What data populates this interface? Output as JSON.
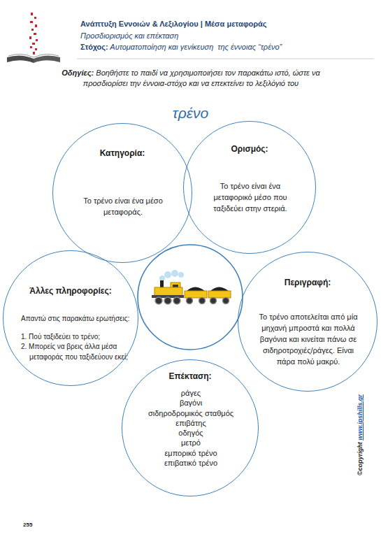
{
  "diagram": {
    "title": "τρένο",
    "nodes": [
      {
        "text": [
          "Κατηγορία:",
          "Το τρένο είναι ένα μέσο μεταφοράς."
        ]
      },
      {
        "text": [
          "Ορισμός:",
          "Το τρένο είναι ένα μεταφορικό μέσο που ταξιδεύει στην στεριά."
        ]
      },
      {
        "text": [
          "Άλλες πληροφορίες:",
          "Απαντώ στις παρακάτω ερωτήσεις:",
          "1. Πού ταξιδεύει το τρένο;",
          "2. Μπορείς να βρεις άλλα μέσα μεταφοράς που ταξιδεύουν εκεί;"
        ]
      },
      {
        "text": [
          "Περιγραφή:",
          "Το τρένο αποτελείται από μία μηχανή μπροστά και πολλά βαγόνια και κινείται πάνω σε σιδηροτροχιές/ράγες. Είναι πάρα πολύ μακρύ."
        ]
      },
      {
        "text": [
          "Επέκταση:",
          "ράγες",
          "βαγόνι",
          "σιδηροδρομικός σταθμός",
          "επιβάτης",
          "οδηγός",
          "μετρό",
          "εμπορικό τρένο",
          "επιβατικό τρένο"
        ]
      }
    ],
    "labels": [
      "Ανάπτυξη Εννοιών & Λεξιλογίου | Μέσα μεταφοράς",
      "Προσδιορισμός και επέκταση",
      "Στόχος:",
      "Αυτοματοποίηση και γενίκευση  της έννοιας “τρένο”",
      "Οδηγίες:",
      "Βοηθήστε το παιδί να χρησιμοποιήσει τον παρακάτω ιστό, ώστε να προσδιορίσει την έννοια-στόχο και να επεκτείνει το λεξιλόγιό του",
      "©copyright",
      "www.ipshills.gr",
      "255"
    ]
  }
}
